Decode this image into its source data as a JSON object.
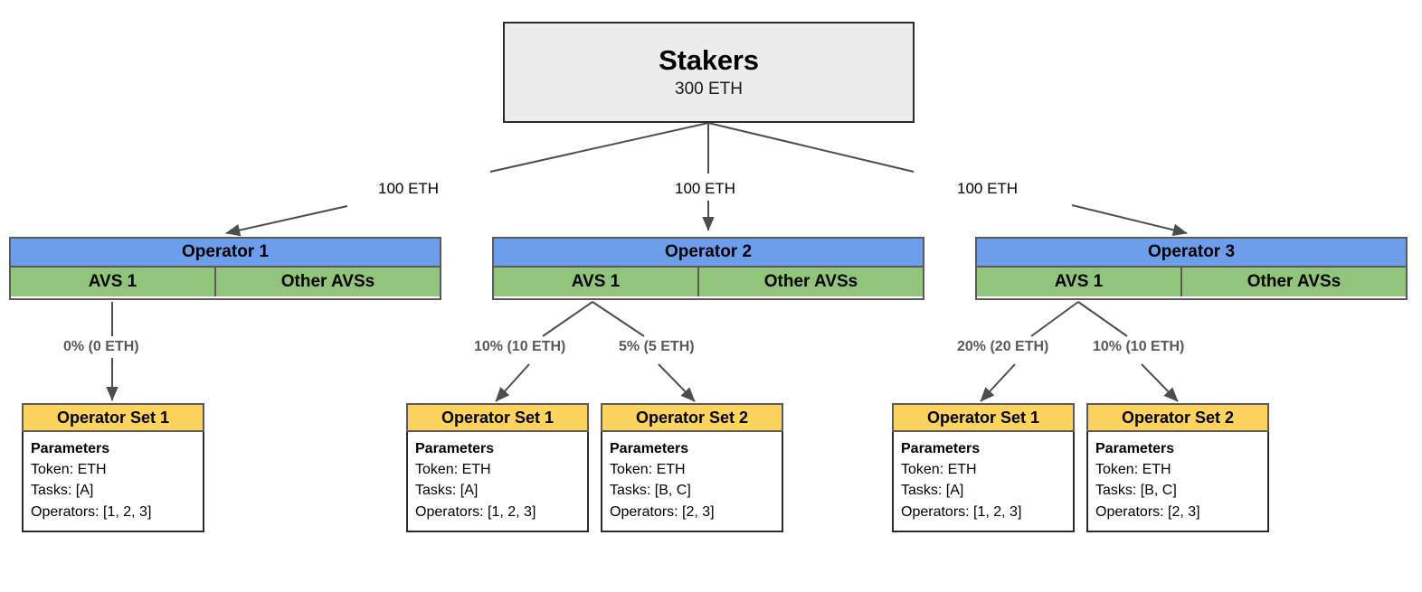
{
  "diagram": {
    "title_node": {
      "name": "Stakers",
      "amount": "300 ETH"
    },
    "stake_edges": [
      {
        "label": "100 ETH"
      },
      {
        "label": "100 ETH"
      },
      {
        "label": "100 ETH"
      }
    ],
    "operators": [
      {
        "name": "Operator 1",
        "avs_label": "AVS 1",
        "other_label": "Other AVSs",
        "allocations": [
          {
            "label": "0% (0 ETH)"
          }
        ],
        "sets": [
          {
            "title": "Operator Set 1",
            "params_title": "Parameters",
            "token": "Token: ETH",
            "tasks": "Tasks: [A]",
            "operators": "Operators: [1, 2, 3]"
          }
        ]
      },
      {
        "name": "Operator 2",
        "avs_label": "AVS 1",
        "other_label": "Other AVSs",
        "allocations": [
          {
            "label": "10% (10 ETH)"
          },
          {
            "label": "5% (5 ETH)"
          }
        ],
        "sets": [
          {
            "title": "Operator Set 1",
            "params_title": "Parameters",
            "token": "Token: ETH",
            "tasks": "Tasks: [A]",
            "operators": "Operators: [1, 2, 3]"
          },
          {
            "title": "Operator Set 2",
            "params_title": "Parameters",
            "token": "Token: ETH",
            "tasks": "Tasks: [B, C]",
            "operators": "Operators: [2, 3]"
          }
        ]
      },
      {
        "name": "Operator 3",
        "avs_label": "AVS 1",
        "other_label": "Other AVSs",
        "allocations": [
          {
            "label": "20% (20 ETH)"
          },
          {
            "label": "10% (10 ETH)"
          }
        ],
        "sets": [
          {
            "title": "Operator Set 1",
            "params_title": "Parameters",
            "token": "Token: ETH",
            "tasks": "Tasks: [A]",
            "operators": "Operators: [1, 2, 3]"
          },
          {
            "title": "Operator Set 2",
            "params_title": "Parameters",
            "token": "Token: ETH",
            "tasks": "Tasks: [B, C]",
            "operators": "Operators: [2, 3]"
          }
        ]
      }
    ],
    "colors": {
      "stakers_fill": "#ececec",
      "operator_fill": "#6D9EEB",
      "avs_fill": "#93C47D",
      "opset_fill": "#FCD35F",
      "edge_stroke": "#4d4d4d",
      "pct_label": "#595959"
    }
  }
}
